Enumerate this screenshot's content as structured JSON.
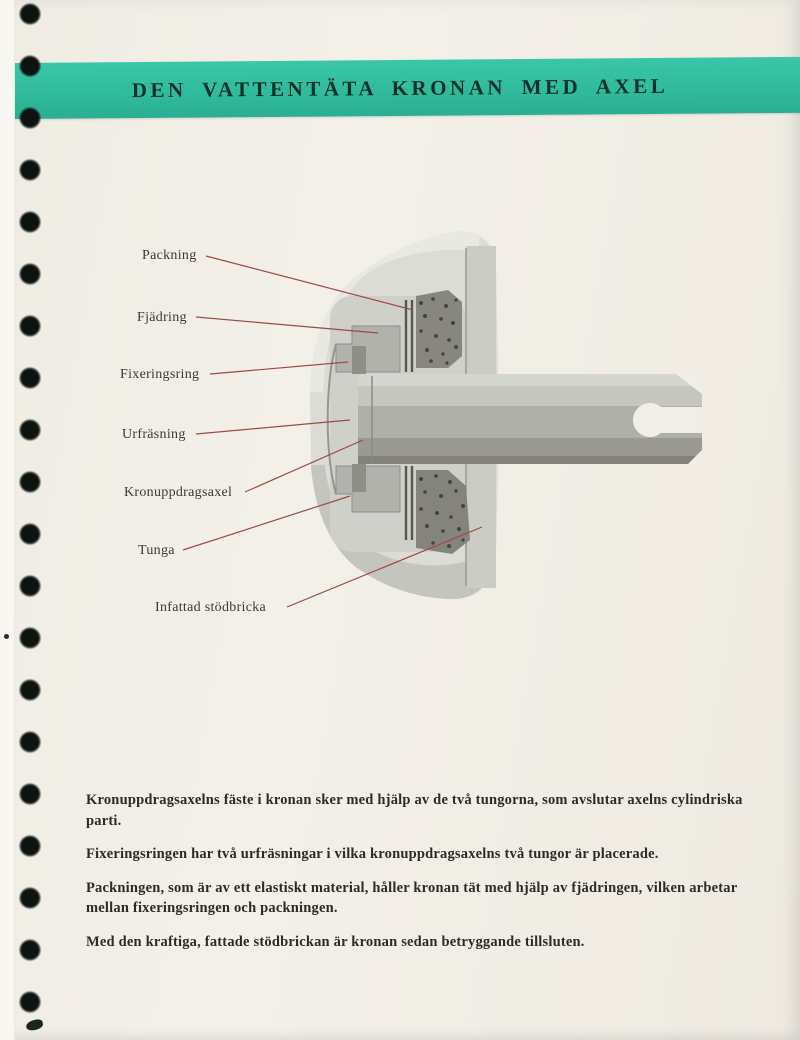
{
  "page": {
    "title": "DEN VATTENTÄTA KRONAN MED AXEL"
  },
  "diagram": {
    "labels": [
      {
        "id": "packning",
        "text": "Packning"
      },
      {
        "id": "fjadring",
        "text": "Fjädring"
      },
      {
        "id": "fixeringsring",
        "text": "Fixeringsring"
      },
      {
        "id": "urfrasning",
        "text": "Urfräsning"
      },
      {
        "id": "kronuppdragsaxel",
        "text": "Kronuppdragsaxel"
      },
      {
        "id": "tunga",
        "text": "Tunga"
      },
      {
        "id": "infattad_stodbricka",
        "text": "Infattad stödbricka"
      }
    ]
  },
  "body": {
    "paragraphs": [
      "Kronuppdragsaxelns fäste i kronan sker med hjälp av de två tungorna, som avslutar axelns cylindriska parti.",
      "Fixeringsringen har två urfräsningar i vilka kronuppdragsaxelns två tungor är placerade.",
      "Packningen, som är av ett elastiskt material, håller kronan tät med hjälp av fjädringen, vilken arbetar mellan fixeringsringen och packningen.",
      "Med den kraftiga, fattade stödbrickan är kronan sedan betryggande tillsluten."
    ]
  },
  "colors": {
    "banner_teal": "#31bb9d",
    "leader_line_red": "#9a4b43",
    "paper": "#f1eee7",
    "title_text": "#14302a"
  }
}
